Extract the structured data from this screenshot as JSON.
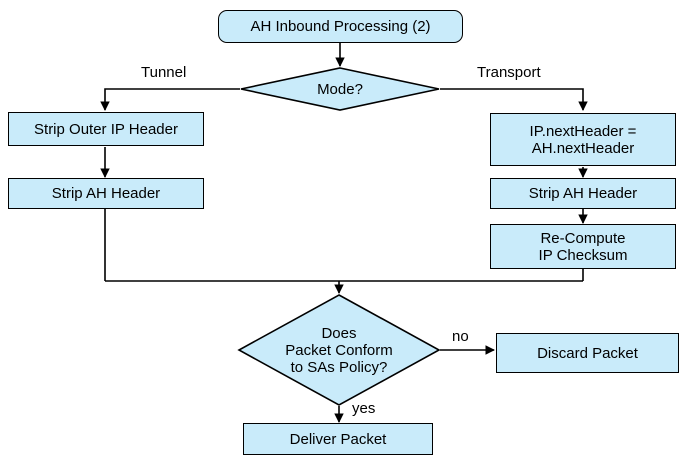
{
  "diagram": {
    "title": "AH Inbound Processing (2)",
    "fill_color": "#c9ebfa",
    "stroke_color": "#000000",
    "background_color": "#ffffff",
    "nodes": {
      "start": {
        "label": "AH Inbound Processing (2)",
        "shape": "rounded-rectangle"
      },
      "mode_decision": {
        "label": "Mode?",
        "shape": "diamond"
      },
      "strip_outer_ip_header": {
        "label": "Strip Outer IP Header",
        "shape": "rectangle"
      },
      "strip_ah_header_tunnel": {
        "label": "Strip AH Header",
        "shape": "rectangle"
      },
      "ip_next_header": {
        "label": "IP.nextHeader =\nAH.nextHeader",
        "shape": "rectangle"
      },
      "strip_ah_header_transport": {
        "label": "Strip AH Header",
        "shape": "rectangle"
      },
      "recompute_checksum": {
        "label": "Re-Compute\nIP Checksum",
        "shape": "rectangle"
      },
      "conform_decision": {
        "label": "Does\nPacket Conform\nto SAs Policy?",
        "shape": "diamond"
      },
      "discard_packet": {
        "label": "Discard Packet",
        "shape": "rectangle"
      },
      "deliver_packet": {
        "label": "Deliver Packet",
        "shape": "rectangle"
      }
    },
    "edge_labels": {
      "tunnel": "Tunnel",
      "transport": "Transport",
      "no": "no",
      "yes": "yes"
    }
  }
}
